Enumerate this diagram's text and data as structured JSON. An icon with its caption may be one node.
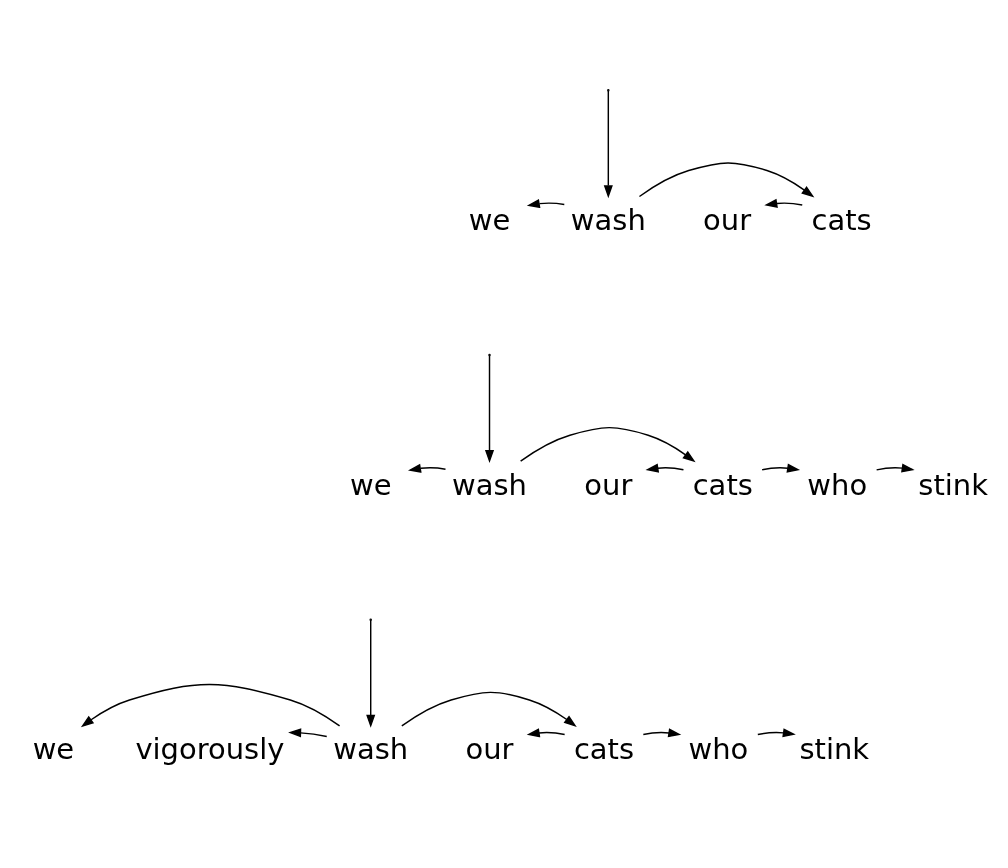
{
  "diagram": {
    "nodes": [
      {
        "text": [
          "we"
        ]
      },
      {
        "text": [
          "wash"
        ]
      },
      {
        "text": [
          "our"
        ]
      },
      {
        "text": [
          "cats"
        ]
      },
      {
        "text": [
          "we"
        ]
      },
      {
        "text": [
          "wash"
        ]
      },
      {
        "text": [
          "our"
        ]
      },
      {
        "text": [
          "cats"
        ]
      },
      {
        "text": [
          "who"
        ]
      },
      {
        "text": [
          "stink"
        ]
      },
      {
        "text": [
          "we"
        ]
      },
      {
        "text": [
          "vigorously"
        ]
      },
      {
        "text": [
          "wash"
        ]
      },
      {
        "text": [
          "our"
        ]
      },
      {
        "text": [
          "cats"
        ]
      },
      {
        "text": [
          "who"
        ]
      },
      {
        "text": [
          "stink"
        ]
      }
    ],
    "edges": [
      {
        "from": null,
        "to": 1,
        "arrow": "to"
      },
      {
        "from": 1,
        "to": 0,
        "arrow": "to"
      },
      {
        "from": 1,
        "to": 3,
        "arrow": "to"
      },
      {
        "from": 3,
        "to": 2,
        "arrow": "to"
      },
      {
        "from": null,
        "to": 5,
        "arrow": "to"
      },
      {
        "from": 5,
        "to": 4,
        "arrow": "to"
      },
      {
        "from": 5,
        "to": 7,
        "arrow": "to"
      },
      {
        "from": 7,
        "to": 6,
        "arrow": "to"
      },
      {
        "from": 7,
        "to": 8,
        "arrow": "to"
      },
      {
        "from": 8,
        "to": 9,
        "arrow": "to"
      },
      {
        "from": null,
        "to": 12,
        "arrow": "to"
      },
      {
        "from": 12,
        "to": 10,
        "arrow": "to"
      },
      {
        "from": 12,
        "to": 11,
        "arrow": "to"
      },
      {
        "from": 12,
        "to": 14,
        "arrow": "to"
      },
      {
        "from": 14,
        "to": 13,
        "arrow": "to"
      },
      {
        "from": 14,
        "to": 15,
        "arrow": "to"
      },
      {
        "from": 15,
        "to": 16,
        "arrow": "to"
      }
    ]
  }
}
